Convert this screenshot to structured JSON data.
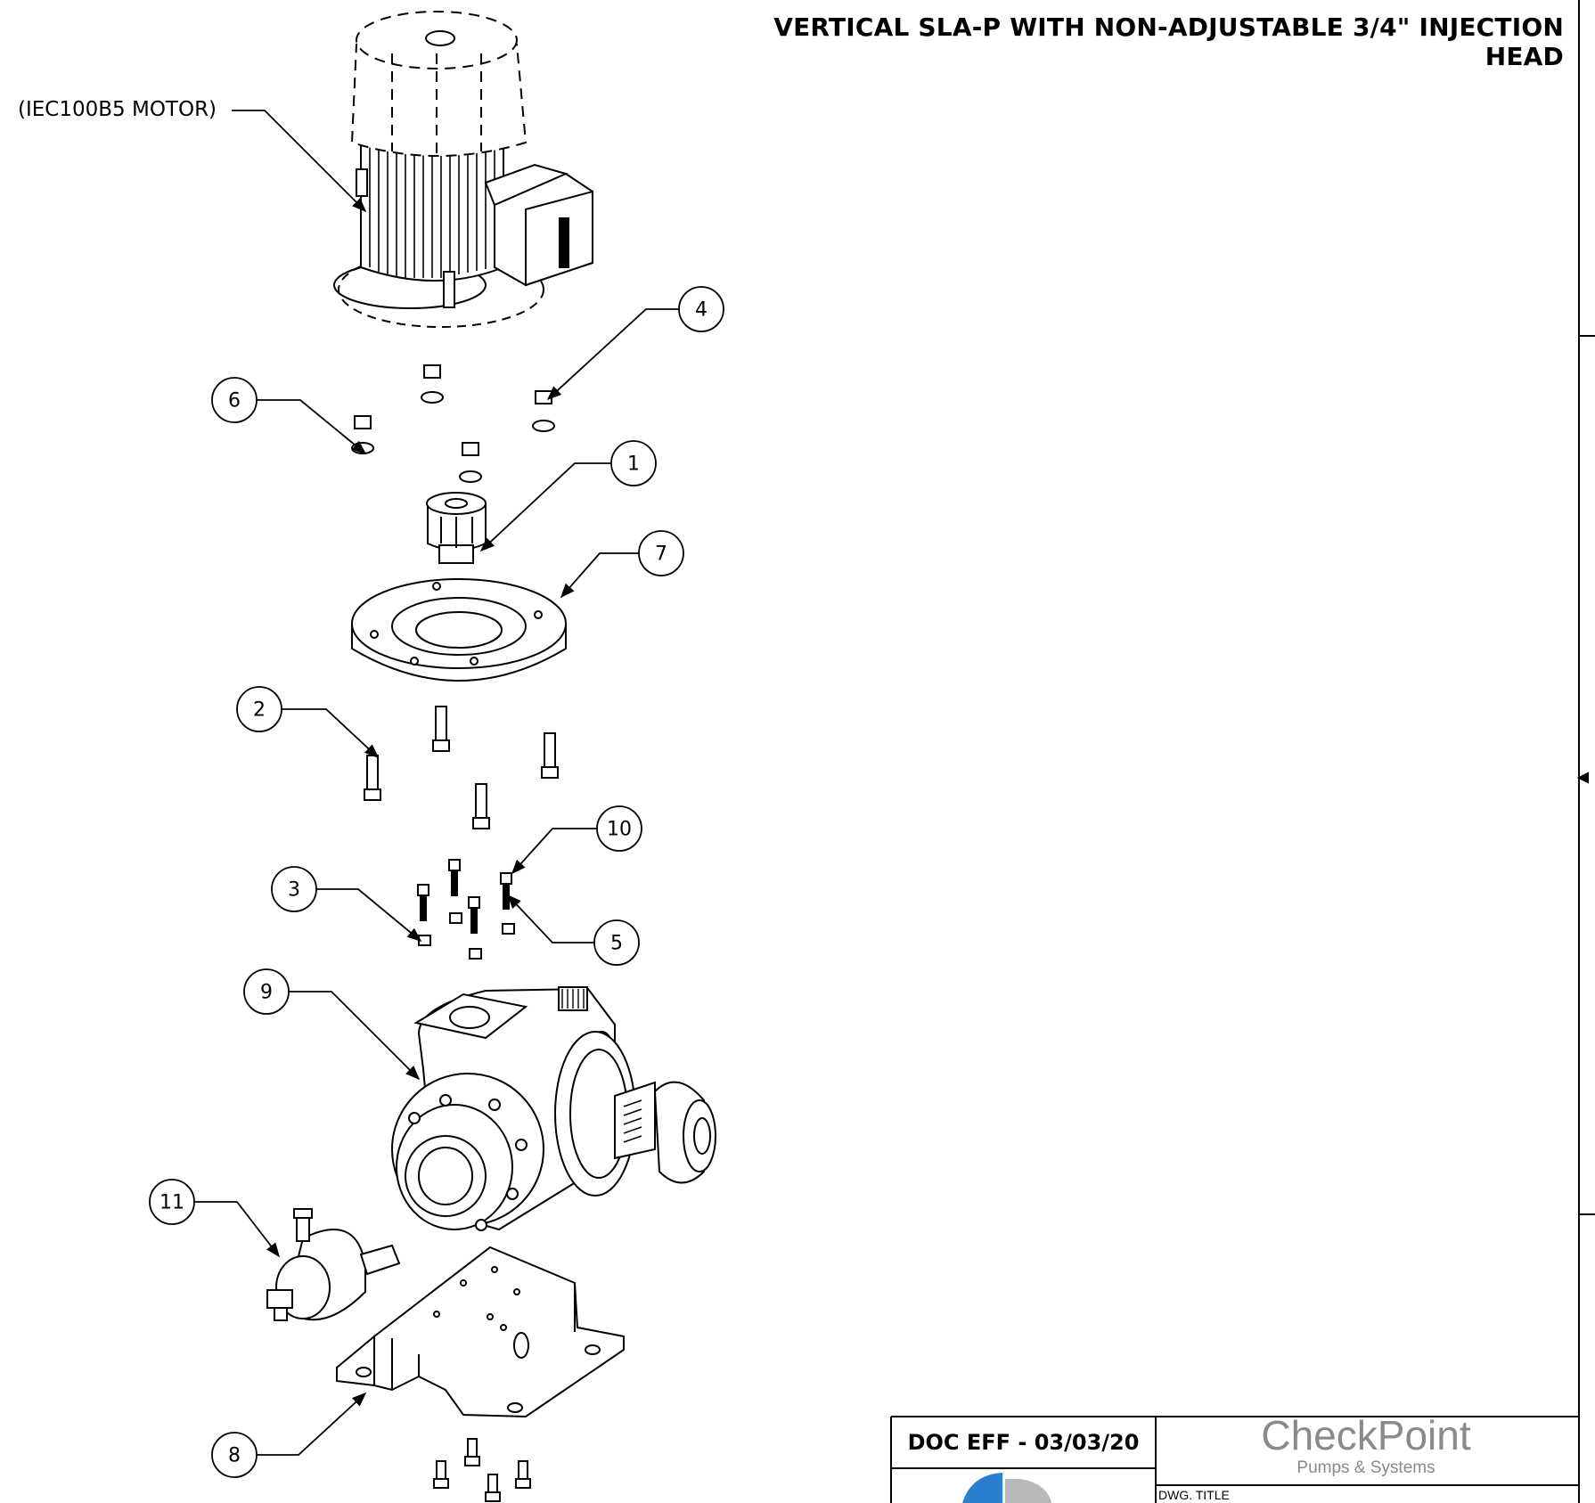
{
  "title": "VERTICAL SLA-P WITH NON-ADJUSTABLE 3/4\" INJECTION HEAD",
  "motor_label": "(IEC100B5 MOTOR)",
  "callouts": [
    {
      "id": "1",
      "label": "1"
    },
    {
      "id": "2",
      "label": "2"
    },
    {
      "id": "3",
      "label": "3"
    },
    {
      "id": "4",
      "label": "4"
    },
    {
      "id": "5",
      "label": "5"
    },
    {
      "id": "6",
      "label": "6"
    },
    {
      "id": "7",
      "label": "7"
    },
    {
      "id": "8",
      "label": "8"
    },
    {
      "id": "9",
      "label": "9"
    },
    {
      "id": "10",
      "label": "10"
    },
    {
      "id": "11",
      "label": "11"
    }
  ],
  "title_block": {
    "doc_eff": "DOC EFF - 03/03/20",
    "brand": "CheckPoint",
    "brand_sub": "Pumps & Systems",
    "dwg_title_label": "DWG. TITLE"
  },
  "colors": {
    "line": "#000000",
    "brand_gray": "#8a8a8a",
    "logo_blue": "#2b7fd0"
  }
}
